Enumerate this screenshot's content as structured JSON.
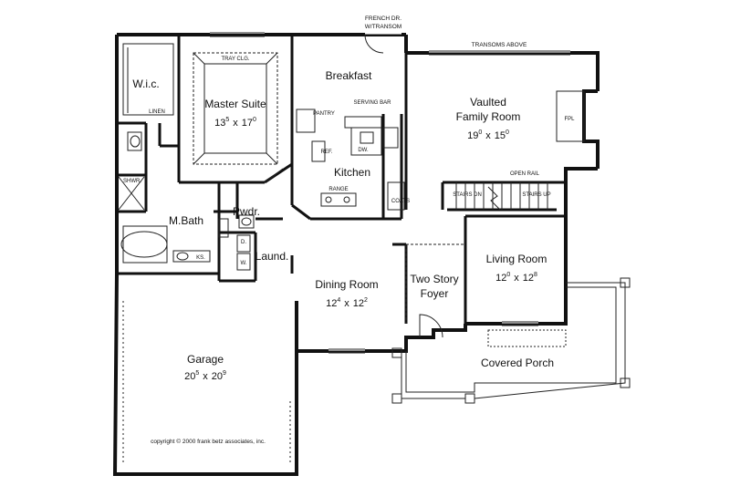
{
  "rooms": {
    "wic": "W.i.c.",
    "linen": "LINEN",
    "master_suite": {
      "name": "Master Suite",
      "w": "13",
      "w_sup": "5",
      "x": "x",
      "l": "17",
      "l_sup": "0"
    },
    "tray_clg": "TRAY CLG.",
    "breakfast": "Breakfast",
    "pantry": "PANTRY",
    "serving_bar": "SERVING BAR",
    "dw": "DW.",
    "ref": "REF.",
    "kitchen": "Kitchen",
    "range": "RANGE",
    "coats": "COATS",
    "family_room": {
      "name1": "Vaulted",
      "name2": "Family Room",
      "w": "19",
      "w_sup": "0",
      "x": "x",
      "l": "15",
      "l_sup": "0"
    },
    "fpl": "FPL",
    "open_rail": "OPEN RAIL",
    "stairs_dn": "STAIRS DN",
    "stairs_up": "STAIRS UP",
    "shwr": "SHWR.",
    "mbath": "M.Bath",
    "ks": "KS.",
    "pwdr": "Pwdr.",
    "d": "D.",
    "w": "W.",
    "laund": "Laund.",
    "dining": {
      "name": "Dining Room",
      "w": "12",
      "w_sup": "4",
      "x": "x",
      "l": "12",
      "l_sup": "2"
    },
    "foyer": {
      "name1": "Two Story",
      "name2": "Foyer"
    },
    "living": {
      "name": "Living Room",
      "w": "12",
      "w_sup": "0",
      "x": "x",
      "l": "12",
      "l_sup": "8"
    },
    "garage": {
      "name": "Garage",
      "w": "20",
      "w_sup": "5",
      "x": "x",
      "l": "20",
      "l_sup": "9"
    },
    "porch": "Covered Porch"
  },
  "notes": {
    "french_dr": "FRENCH DR.",
    "transom": "W/TRANSOM",
    "transoms_above": "TRANSOMS ABOVE",
    "copyright": "copyright © 2000 frank betz associates, inc."
  },
  "colors": {
    "wall": "#111111",
    "line": "#222222",
    "dash": "#555555"
  }
}
